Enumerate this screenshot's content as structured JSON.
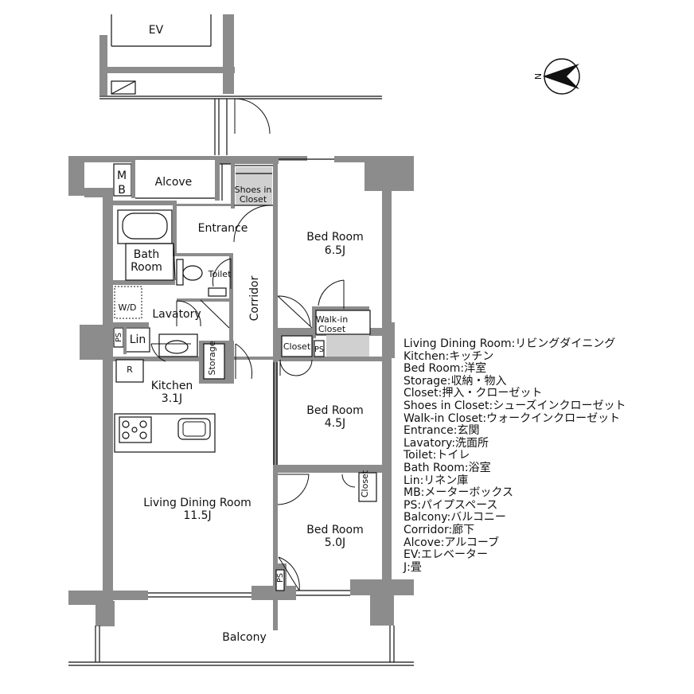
{
  "rooms": {
    "ev": "EV",
    "alcove": "Alcove",
    "mb_m": "M",
    "mb_b": "B",
    "shoes_in_closet_1": "Shoes in",
    "shoes_in_closet_2": "Closet",
    "entrance": "Entrance",
    "bed_room_1_name": "Bed Room",
    "bed_room_1_size": "6.5J",
    "bath_room_1": "Bath",
    "bath_room_2": "Room",
    "toilet": "Toilet",
    "corridor": "Corridor",
    "wd": "W/D",
    "lavatory": "Lavatory",
    "walk_in_closet_1": "Walk-in",
    "walk_in_closet_2": "Closet",
    "ps_1": "PS",
    "lin": "Lin",
    "storage": "Storage",
    "closet_1": "Closet",
    "ps_2": "PS",
    "r": "R",
    "kitchen_name": "Kitchen",
    "kitchen_size": "3.1J",
    "bed_room_2_name": "Bed Room",
    "bed_room_2_size": "4.5J",
    "closet_2": "Closet",
    "living_name": "Living Dining Room",
    "living_size": "11.5J",
    "bed_room_3_name": "Bed Room",
    "bed_room_3_size": "5.0J",
    "ps_3": "PS",
    "balcony": "Balcony",
    "compass_n": "N"
  },
  "legend": [
    "Living Dining Room:リビングダイニング",
    "Kitchen:キッチン",
    "Bed Room:洋室",
    "Storage:収納・物入",
    "Closet:押入・クローゼット",
    "Shoes in Closet:シューズインクローゼット",
    "Walk-in Closet:ウォークインクローゼット",
    "Entrance:玄関",
    "Lavatory:洗面所",
    "Toilet:トイレ",
    "Bath Room:浴室",
    "Lin:リネン庫",
    "MB:メーターボックス",
    "PS:パイプスペース",
    "Balcony:バルコニー",
    "Corridor:廊下",
    "Alcove:アルコーブ",
    "EV:エレベーター",
    "J:畳"
  ]
}
